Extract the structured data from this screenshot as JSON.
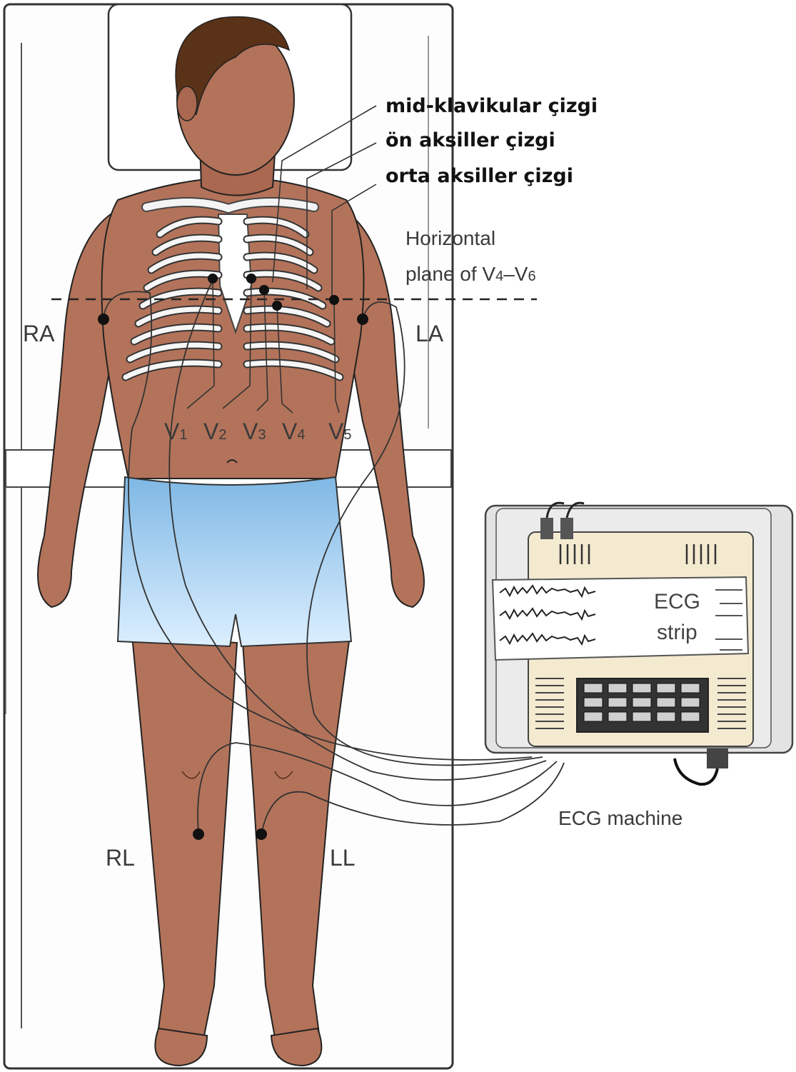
{
  "annotations_tr": {
    "midclavicular": "mid-klavikular çizgi",
    "anterior_axillary": "ön aksiller çizgi",
    "mid_axillary": "orta aksiller çizgi"
  },
  "annotations_en": {
    "horizontal_plane_line1": "Horizontal",
    "horizontal_plane_line2_prefix": "plane of V",
    "horizontal_plane_sub_a": "4",
    "horizontal_plane_dash": "–V",
    "horizontal_plane_sub_b": "6"
  },
  "limb_leads": {
    "ra": "RA",
    "la": "LA",
    "rl": "RL",
    "ll": "LL"
  },
  "chest_leads": [
    {
      "letter": "V",
      "sub": "1"
    },
    {
      "letter": "V",
      "sub": "2"
    },
    {
      "letter": "V",
      "sub": "3"
    },
    {
      "letter": "V",
      "sub": "4"
    },
    {
      "letter": "V",
      "sub": "5"
    }
  ],
  "machine": {
    "label": "ECG machine",
    "strip_line1": "ECG",
    "strip_line2": "strip"
  },
  "colors": {
    "skin": "#b3735a",
    "skin_dark": "#8a4f3a",
    "hair": "#5a3218",
    "shorts": "#a9d2ef",
    "electrode": "#111111",
    "machine_body": "#f3ead0",
    "machine_case": "#e3e3e3"
  }
}
